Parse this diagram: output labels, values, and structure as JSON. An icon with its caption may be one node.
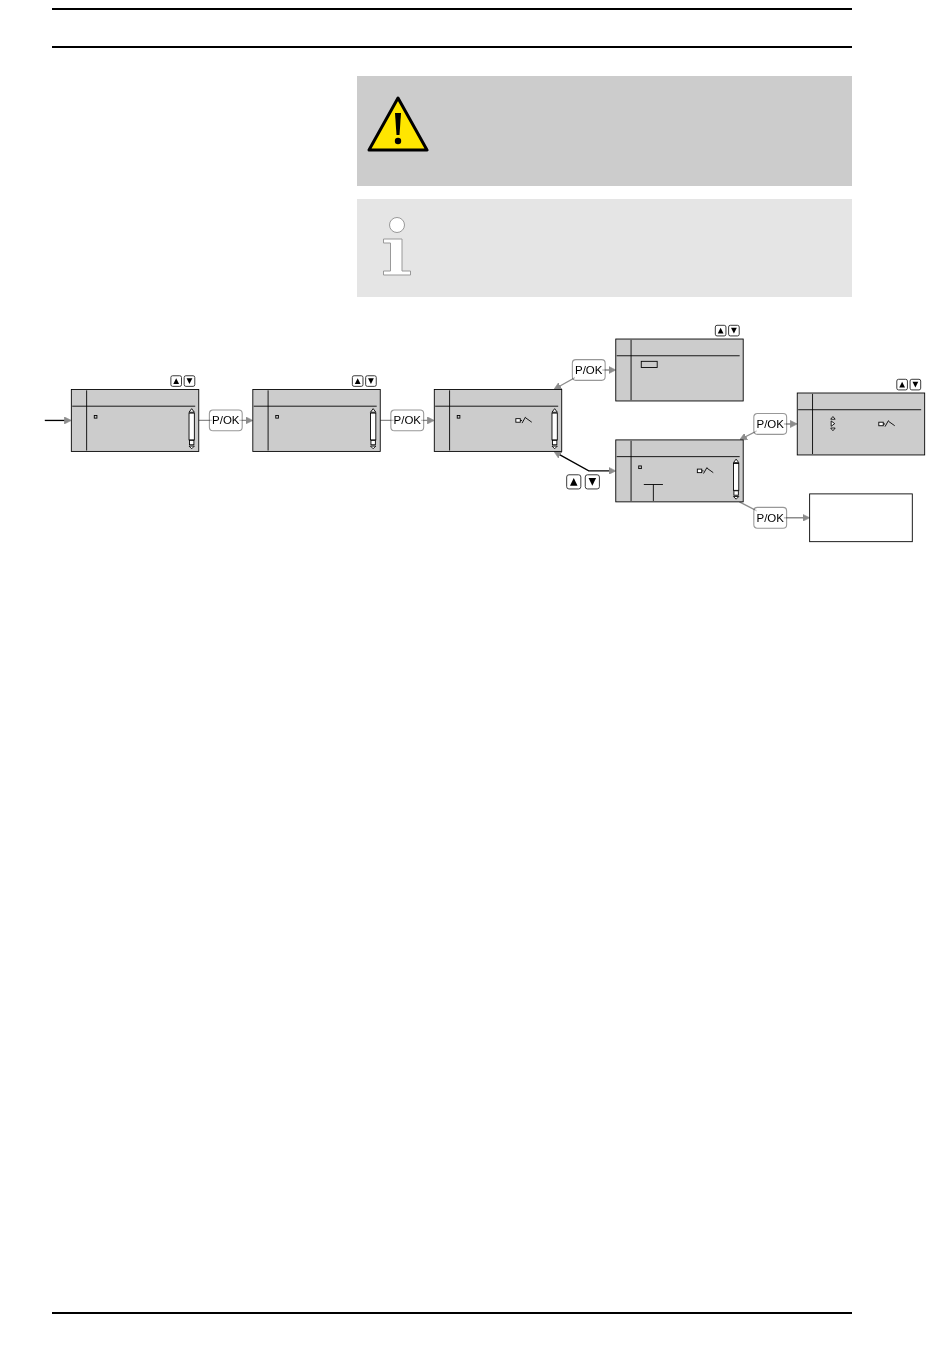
{
  "diagram": {
    "nodes": [
      {
        "text": [],
        "shape": "picture"
      },
      {
        "text": [],
        "shape": "picture"
      },
      {
        "text": [],
        "shape": "picture"
      },
      {
        "text": [],
        "shape": "picture"
      },
      {
        "text": [],
        "shape": "picture"
      },
      {
        "text": [],
        "shape": "picture"
      },
      {
        "text": [],
        "shape": "box"
      }
    ],
    "edges": [
      {
        "from": null,
        "to": 0,
        "arrow": "to",
        "color": "#000000"
      },
      {
        "from": 0,
        "to": 1,
        "arrow": "to",
        "label": "P/OK"
      },
      {
        "from": 1,
        "to": 2,
        "arrow": "to",
        "label": "P/OK"
      },
      {
        "from": 2,
        "to": 3,
        "arrow": "both",
        "label": "P/OK"
      },
      {
        "from": 2,
        "to": 4,
        "arrow": "both",
        "color": "#000000"
      },
      {
        "from": 4,
        "to": 5,
        "arrow": "both",
        "label": "P/OK"
      },
      {
        "from": 4,
        "to": 6,
        "arrow": "to",
        "label": "P/OK"
      }
    ]
  }
}
